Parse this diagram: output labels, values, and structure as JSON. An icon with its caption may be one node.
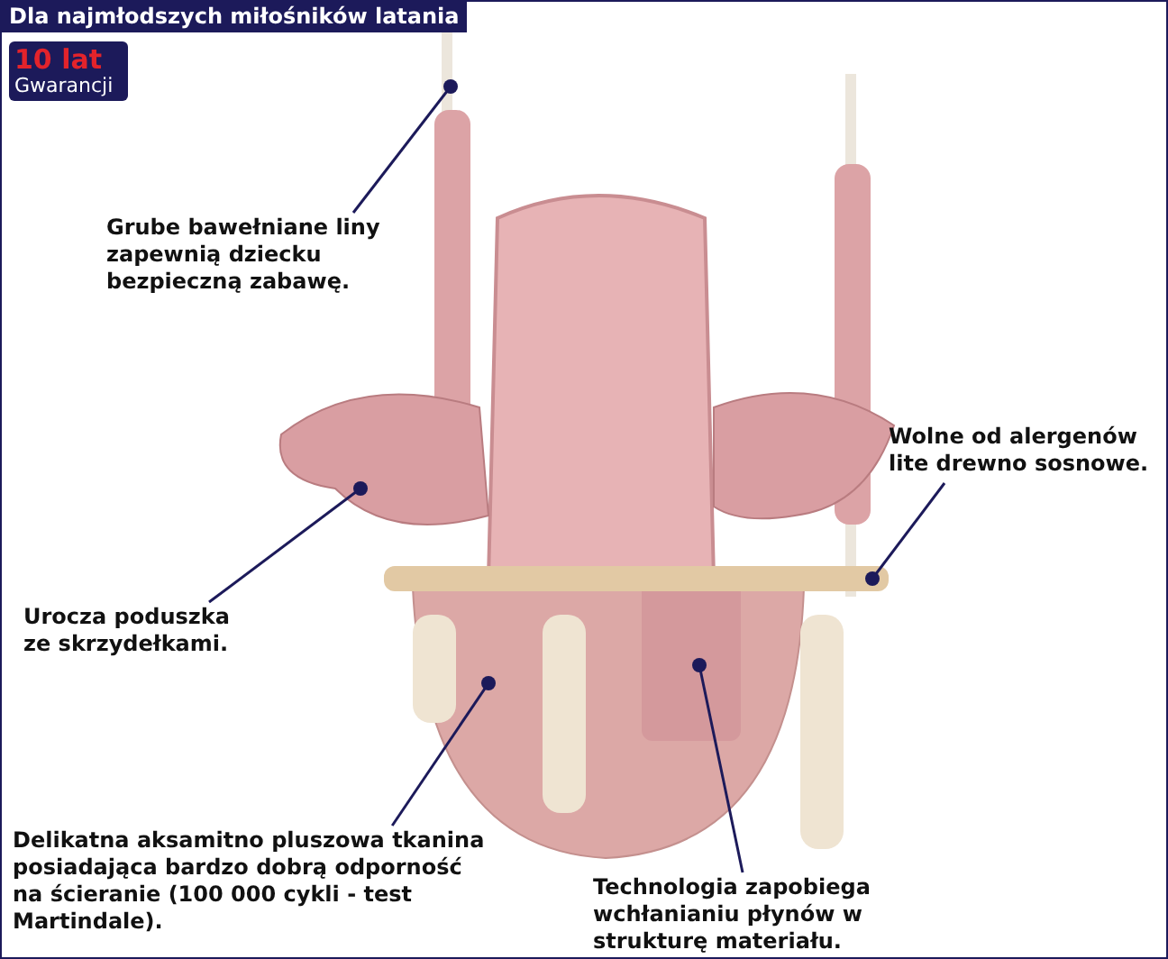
{
  "diagram": {
    "title": "Dla najmłodszych miłośników latania",
    "nodes": [
      {
        "text": [
          "10 lat",
          "Gwarancji"
        ]
      },
      {
        "text": [
          "Grube bawełniane liny zapewnią dziecku bezpieczną zabawę."
        ]
      },
      {
        "text": [
          "Wolne od alergenów lite drewno sosnowe."
        ]
      },
      {
        "text": [
          "Urocza poduszka ze skrzydełkami."
        ]
      },
      {
        "text": [
          "Delikatna aksamitno pluszowa tkanina posiadająca bardzo dobrą odporność na ścieranie (100 000 cykli - test Martindale)."
        ]
      },
      {
        "text": [
          "Technologia zapobiega wchłanianiu płynów w strukturę materiału."
        ]
      }
    ],
    "edges": [
      {
        "from": 1,
        "to": null,
        "arrow": "other"
      },
      {
        "from": 2,
        "to": null,
        "arrow": "other"
      },
      {
        "from": 3,
        "to": null,
        "arrow": "other"
      },
      {
        "from": 4,
        "to": null,
        "arrow": "other"
      },
      {
        "from": 5,
        "to": null,
        "arrow": "other"
      }
    ]
  }
}
